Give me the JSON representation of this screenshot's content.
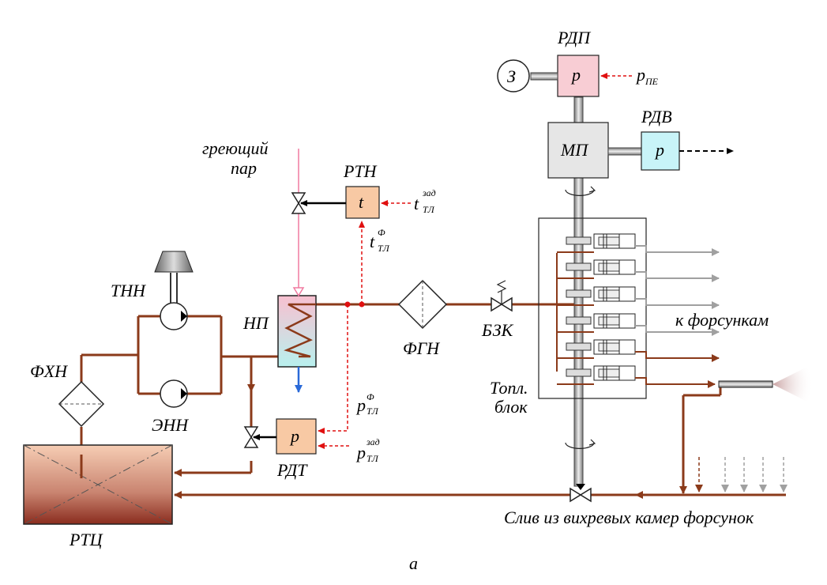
{
  "diagram": {
    "caption": "а",
    "labels": {
      "rdp": "РДП",
      "rdv": "РДВ",
      "z": "З",
      "p_upper": "р",
      "p_pe_base": "p",
      "p_pe_sub": "ПЕ",
      "mp": "МП",
      "greyushchiy": "греющий",
      "par": "пар",
      "rtn": "РТН",
      "t_box": "t",
      "t_zad_base": "t",
      "t_zad_sup": "зад",
      "t_zad_sub": "ТЛ",
      "t_f_base": "t",
      "t_f_sup": "Ф",
      "t_f_sub": "ТЛ",
      "tnn": "ТНН",
      "np": "НП",
      "fgn": "ФГН",
      "bzk": "БЗК",
      "k_forsunkam": "к форсункам",
      "fhn": "ФХН",
      "enn": "ЭНН",
      "topl": "Топл.",
      "blok": "блок",
      "p_f_base": "p",
      "p_f_sup": "Ф",
      "p_f_sub": "ТЛ",
      "p_box": "p",
      "p_zad_base": "p",
      "p_zad_sup": "зад",
      "p_zad_sub": "ТЛ",
      "rdt": "РДТ",
      "rtc": "РТЦ",
      "sliv": "Слив из вихревых камер форсунок"
    },
    "colors": {
      "pipe": "#8b3a1a",
      "signal": "#e01010",
      "steam": "#f07aa0",
      "drain": "#2a6ad8",
      "gray_out": "#a0a0a0",
      "rdp_fill": "#f8cdd4",
      "rdv_fill": "#c8f4f8",
      "mp_fill": "#e6e6e6",
      "ctrl_fill": "#f8c9a4"
    }
  }
}
